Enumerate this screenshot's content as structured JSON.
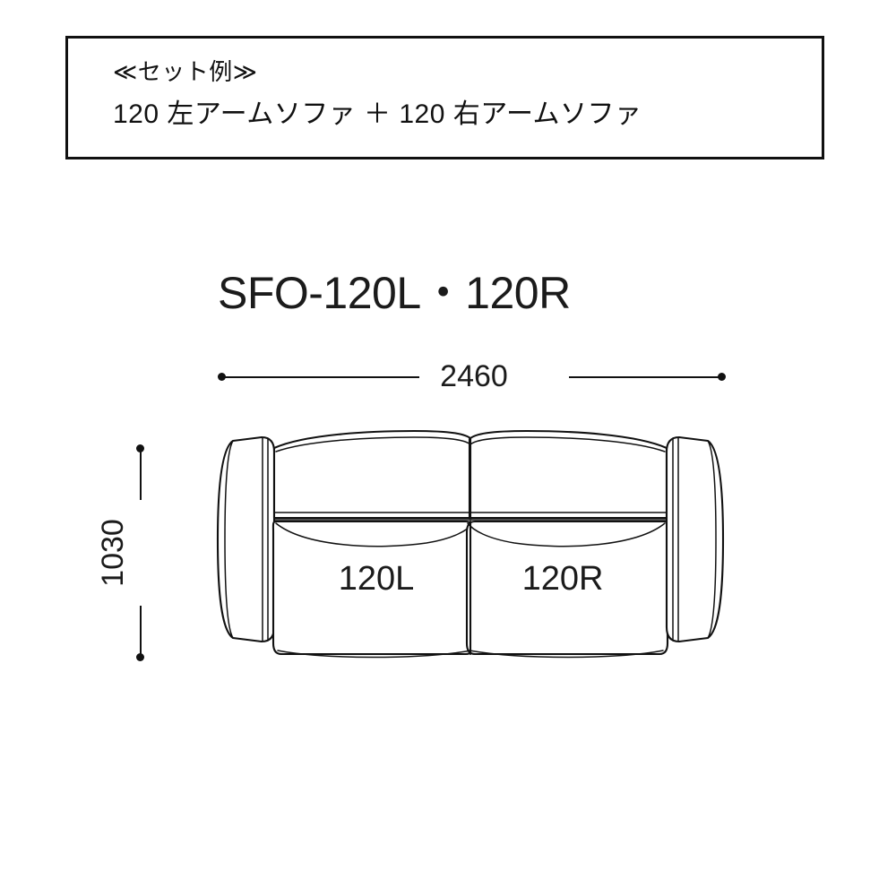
{
  "caption": {
    "heading": "≪セット例≫",
    "detail": "120 左アームソファ ＋ 120 右アームソファ"
  },
  "model_title": "SFO-120L・120R",
  "dimensions": {
    "width": {
      "value": "2460",
      "unit_implied": "mm",
      "orientation": "horizontal"
    },
    "height": {
      "value": "1030",
      "unit_implied": "mm",
      "orientation": "vertical"
    }
  },
  "diagram": {
    "type": "furniture-front-elevation",
    "modules": [
      {
        "id": "left",
        "label": "120L",
        "arm_side": "left"
      },
      {
        "id": "right",
        "label": "120R",
        "arm_side": "right"
      }
    ]
  },
  "colors": {
    "line": "#111111",
    "text": "#1b1b1b",
    "background": "#ffffff",
    "fill": "#ffffff"
  }
}
